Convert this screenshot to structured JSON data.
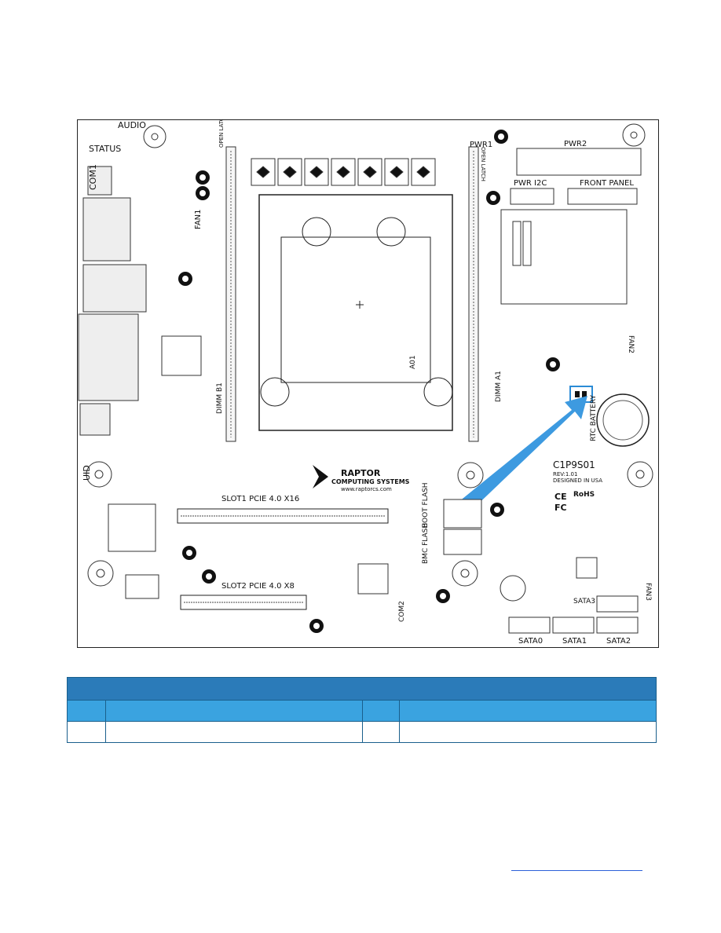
{
  "board": {
    "labels": {
      "audio": "AUDIO",
      "status": "STATUS",
      "com1": "COM1",
      "fan1": "FAN1",
      "fan2": "FAN2",
      "fan3": "FAN3",
      "open_latch": "OPEN LATCH",
      "dimm_b1": "DIMM B1",
      "dimm_a1": "DIMM A1",
      "pwr1": "PWR1",
      "pwr2": "PWR2",
      "pwr_i2c": "PWR I2C",
      "front_panel": "FRONT PANEL",
      "a01": "A01",
      "uid": "UID",
      "slot1": "SLOT1 PCIE 4.0 X16",
      "slot2": "SLOT2 PCIE 4.0 X8",
      "boot_flash": "BOOT FLASH",
      "bmc_flash": "BMC FLASH",
      "rtc_battery": "RTC BATTERY",
      "com2": "COM2",
      "sata0": "SATA0",
      "sata1": "SATA1",
      "sata2": "SATA2",
      "sata3": "SATA3",
      "brand_name": "RAPTOR",
      "brand_sub": "COMPUTING SYSTEMS",
      "brand_url": "www.raptorcs.com",
      "model": "C1P9S01",
      "revision": "REV:1.01",
      "designed": "DESIGNED IN USA",
      "ce": "CE",
      "rohs": "RoHS",
      "fc": "FC"
    }
  },
  "table": {
    "title": "",
    "headers": [
      "",
      "",
      "",
      ""
    ],
    "rows": [
      [
        "",
        "",
        "",
        ""
      ]
    ]
  }
}
